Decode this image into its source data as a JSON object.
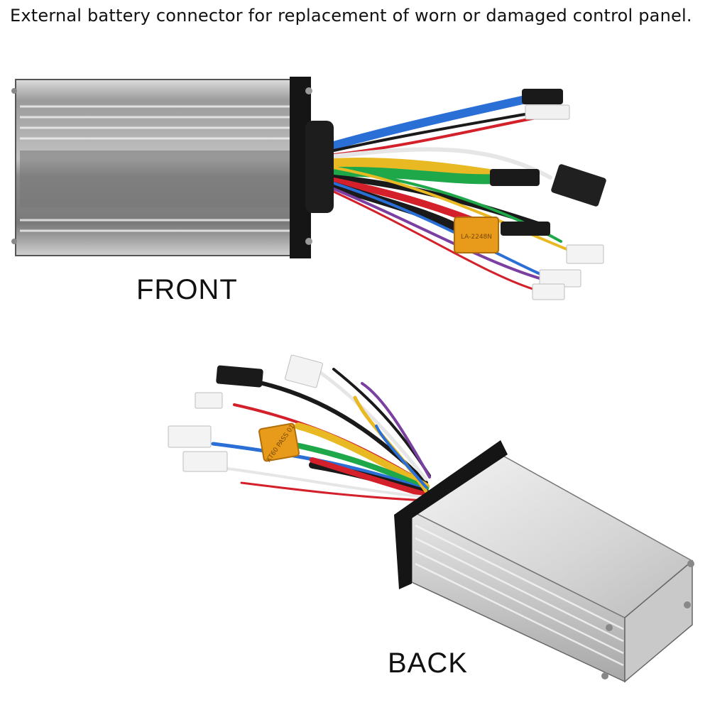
{
  "caption": "External battery connector for replacement of worn or damaged control panel.",
  "labels": {
    "front": "FRONT",
    "back": "BACK"
  },
  "printed_marks": {
    "front_connector": "LA-2248N",
    "back_connector": "XT60 PASS 01"
  },
  "colors": {
    "housing_light": "#e2e2e2",
    "housing_mid": "#b5b5b5",
    "housing_dark": "#6d6d6d",
    "end_cap": "#151515",
    "xt60_connector": "#e89a1a",
    "wire_blue": "#2a6fd6",
    "wire_yellow": "#e8b923",
    "wire_green": "#1fa84a",
    "wire_red": "#d3202a",
    "wire_black": "#1a1a1a",
    "wire_white": "#e6e6e6",
    "wire_purple": "#7a3fa0"
  }
}
